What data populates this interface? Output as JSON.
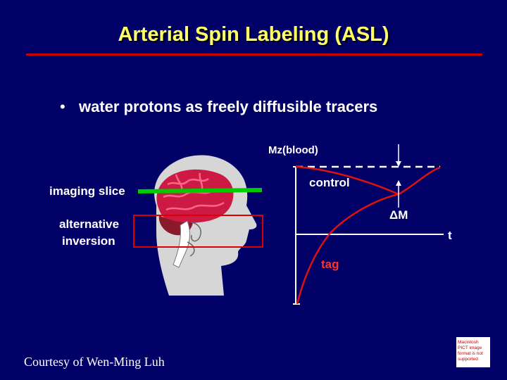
{
  "slide": {
    "title": "Arterial Spin Labeling (ASL)",
    "bullet": "water protons as freely diffusible tracers",
    "courtesy": "Courtesy of Wen-Ming Luh"
  },
  "diagram": {
    "mz_label": "Mz(blood)",
    "imaging_label": "imaging slice",
    "alternative_label_line1": "alternative",
    "alternative_label_line2": "inversion",
    "control_label": "control",
    "delta_m_label": "ΔM",
    "t_label": "t",
    "tag_label": "tag"
  },
  "placeholder_image": {
    "text": "Macintosh PICT image format is not supported"
  },
  "colors": {
    "background": "#000066",
    "title": "#ffff66",
    "accent_rule": "#cc0000",
    "imaging_slice_bar": "#00cc00",
    "inversion_box": "#dd0000",
    "curve": "#dd1111",
    "axes": "#ffffff"
  }
}
